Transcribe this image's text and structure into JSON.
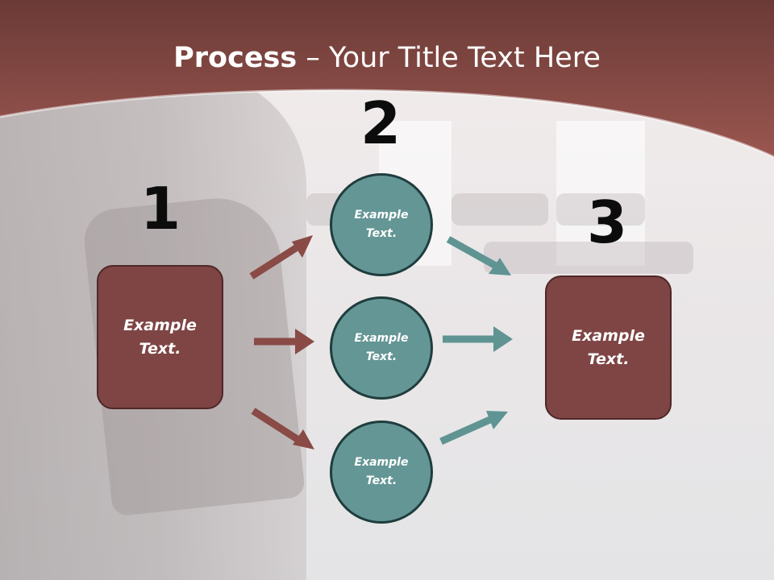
{
  "slide": {
    "title_bold": "Process",
    "title_rest": " – Your Title Text Here"
  },
  "steps": [
    {
      "number": "1",
      "label": "Example Text."
    },
    {
      "number": "2",
      "label": "Example Text."
    },
    {
      "number": "3",
      "label": "Example Text."
    }
  ],
  "circles": [
    {
      "label": "Example Text."
    },
    {
      "label": "Example Text."
    },
    {
      "label": "Example Text."
    }
  ],
  "colors": {
    "header": "#8e4d47",
    "box_fill": "#7e4544",
    "circle_fill": "#649695",
    "arrow_left": "#8a4a46",
    "arrow_right": "#5f9493"
  }
}
